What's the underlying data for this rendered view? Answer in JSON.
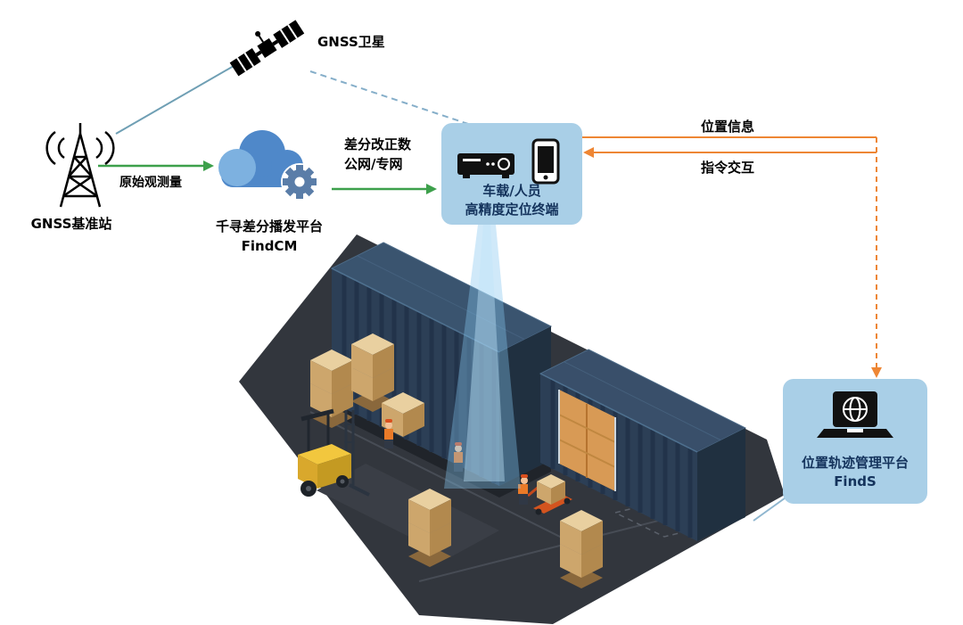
{
  "colors": {
    "card_bg": "#a9cfe7",
    "green_arrow": "#3da04b",
    "orange_flow": "#ee8634",
    "cloud_blue": "#4f88c9",
    "cloud_light": "#7db1e0",
    "gear_blue": "#5a7da8",
    "label_navy": "#14335c",
    "satellite_link_blue": "#6f9fb4",
    "container_navy": "#2c3f56",
    "floor_dark": "#32363d",
    "beam_blue": "#84c6ee"
  },
  "icons": {
    "satellite": "satellite-icon",
    "base_station": "radio-tower-icon",
    "cloud": "cloud-gear-icon",
    "terminal_receiver": "gnss-receiver-icon",
    "terminal_phone": "smartphone-icon",
    "management": "laptop-globe-icon"
  },
  "nodes": {
    "satellite": {
      "label": "GNSS卫星"
    },
    "base_station": {
      "label": "GNSS基准站"
    },
    "cloud_platform": {
      "title": "千寻差分播发平台",
      "name": "FindCM"
    },
    "terminal": {
      "line1": "车载/人员",
      "line2": "高精度定位终端"
    },
    "management_platform": {
      "title": "位置轨迹管理平台",
      "name": "FindS"
    }
  },
  "links": {
    "raw_observation": "原始观测量",
    "correction_line1": "差分改正数",
    "correction_line2": "公网/专网",
    "position_info": "位置信息",
    "command_interaction": "指令交互"
  }
}
